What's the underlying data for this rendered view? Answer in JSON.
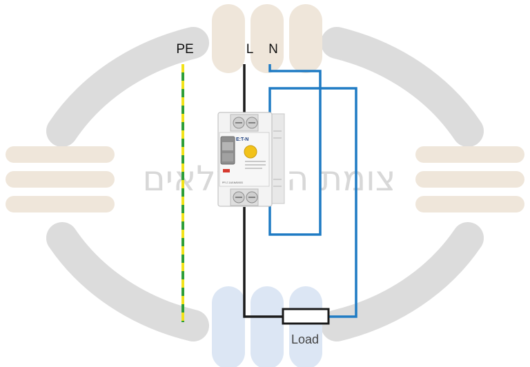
{
  "labels": {
    "pe": "PE",
    "l": "L",
    "n": "N",
    "load": "Load"
  },
  "watermark": {
    "text": "צומת החשמלאים"
  },
  "device": {
    "brand": "E:T-N",
    "model": "PFL7-16/1N/B/003"
  },
  "colors": {
    "line_wire": "#1a1a1a",
    "neutral_wire": "#1f7bc4",
    "pe_green": "#2e9e3a",
    "pe_yellow": "#f2e21a",
    "watermark_gray": "#dcdcdc",
    "watermark_beige": "#efe6da",
    "watermark_blue": "#dce6f4"
  }
}
